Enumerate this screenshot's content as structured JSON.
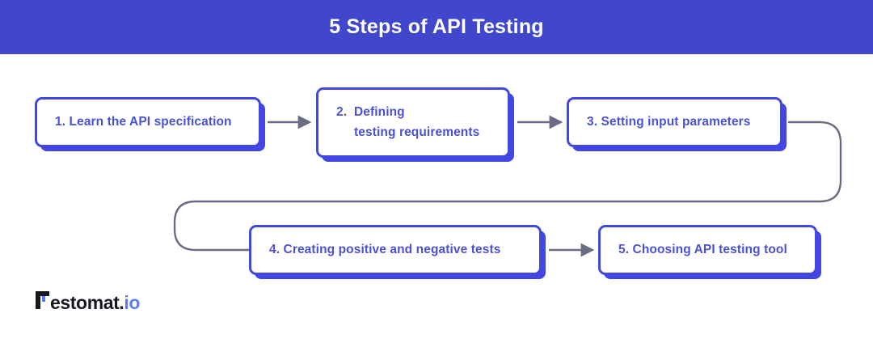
{
  "header": {
    "title": "5 Steps of API Testing",
    "background_color": "#4147cc",
    "text_color": "#ffffff"
  },
  "theme": {
    "accent_blue": "#4147e0",
    "text_blue": "#4a51d6",
    "connector_gray": "#6b6b84",
    "canvas_background": "#ffffff"
  },
  "diagram": {
    "type": "flowchart",
    "steps": [
      {
        "id": "step-1",
        "number": "1.",
        "label": "1.  Learn the API specification"
      },
      {
        "id": "step-2",
        "number": "2.",
        "label": "2.  Defining\n     testing requirements"
      },
      {
        "id": "step-3",
        "number": "3.",
        "label": "3.  Setting input parameters"
      },
      {
        "id": "step-4",
        "number": "4.",
        "label": "4.  Creating positive and negative tests"
      },
      {
        "id": "step-5",
        "number": "5.",
        "label": "5.  Choosing API testing tool"
      }
    ],
    "connectors": [
      {
        "from": "step-1",
        "to": "step-2",
        "style": "straight-arrow"
      },
      {
        "from": "step-2",
        "to": "step-3",
        "style": "straight-arrow"
      },
      {
        "from": "step-3",
        "to": "step-4",
        "style": "rounded-wrap-line"
      },
      {
        "from": "step-4",
        "to": "step-5",
        "style": "straight-arrow"
      }
    ]
  },
  "logo": {
    "name": "Testomat.io",
    "word": "estomat.",
    "suffix": "io",
    "word_color": "#16181f",
    "suffix_color": "#5b7cfa"
  }
}
